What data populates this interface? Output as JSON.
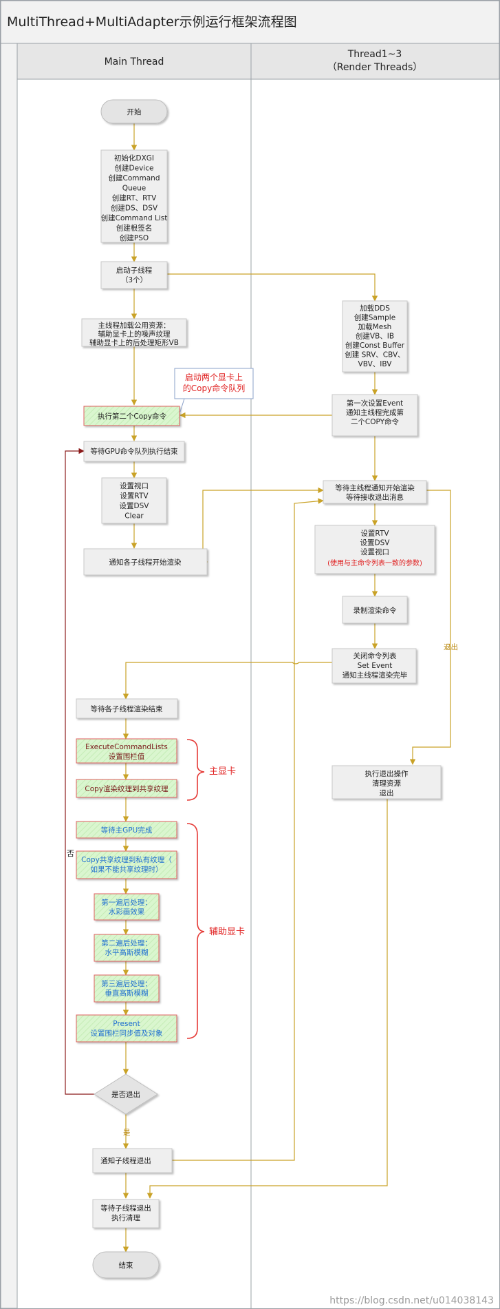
{
  "title": "MultiThread+MultiAdapter示例运行框架流程图",
  "lanes": {
    "main": {
      "label": "Main Thread"
    },
    "render": {
      "line1": "Thread1~3",
      "line2": "（Render Threads）"
    }
  },
  "nodes": {
    "start": "开始",
    "init": [
      "初始化DXGI",
      "创建Device",
      "创建Command",
      "Queue",
      "创建RT、RTV",
      "创建DS、DSV",
      "创建Command List",
      "创建根签名",
      "创建PSO"
    ],
    "spawn": [
      "启动子线程",
      "（3个）"
    ],
    "load_common": [
      "主线程加载公用资源：",
      "辅助显卡上的噪声纹理",
      "辅助显卡上的后处理矩形VB"
    ],
    "load_thread": [
      "加载DDS",
      "创建Sample",
      "加载Mesh",
      "创建VB、IB",
      "创建Const Buffer",
      "创建 SRV、CBV、",
      "VBV、IBV"
    ],
    "set_event1": [
      "第一次设置Event",
      "通知主线程完成第",
      "二个COPY命令"
    ],
    "exec_copy2": "执行第二个Copy命令",
    "wait_gpu": "等待GPU命令队列执行结束",
    "setup_main": [
      "设置视口",
      "设置RTV",
      "设置DSV",
      "Clear"
    ],
    "notify_render": "通知各子线程开始渲染",
    "wait_start": [
      "等待主线程通知开始渲染",
      "等待接收退出消息"
    ],
    "setup_thread": [
      "设置RTV",
      "设置DSV",
      "设置视口"
    ],
    "setup_thread_note": "(使用与主命令列表一致的参数)",
    "record": "录制渲染命令",
    "close_list": [
      "关闭命令列表",
      "Set Event",
      "通知主线程渲染完毕"
    ],
    "wait_render_done": "等待各子线程渲染结束",
    "exec_lists": [
      "ExecuteCommandLists",
      "设置围栏值"
    ],
    "copy_shared": "Copy渲染纹理到共享纹理",
    "wait_main_gpu": "等待主GPU完成",
    "copy_private": [
      "Copy共享纹理到私有纹理（",
      "如果不能共享纹理时）"
    ],
    "pass1": [
      "第一遍后处理：",
      "水彩画效果"
    ],
    "pass2": [
      "第二遍后处理：",
      "水平高斯模糊"
    ],
    "pass3": [
      "第三遍后处理：",
      "垂直高斯模糊"
    ],
    "present": [
      "Present",
      "设置围栏同步值及对象"
    ],
    "decision": "是否退出",
    "exit_ops": [
      "执行退出操作",
      "清理资源",
      "退出"
    ],
    "notify_exit": "通知子线程退出",
    "wait_exit": [
      "等待子线程退出",
      "执行清理"
    ],
    "end": "结束"
  },
  "annotations": {
    "copy_queues": [
      "启动两个显卡上",
      "的Copy命令队列"
    ],
    "main_gpu": "主显卡",
    "aux_gpu": "辅助显卡"
  },
  "edge_labels": {
    "no": "否",
    "yes": "是",
    "exit": "退出"
  },
  "colors": {
    "flow": "#c9a227",
    "loop": "#8b1a1a",
    "brace": "#e53935",
    "node_fill": "#efefef",
    "node_border": "#c8c8c8",
    "green_fill": "#d6f5c9",
    "green_border": "#e06060"
  },
  "watermark": "https://blog.csdn.net/u014038143"
}
